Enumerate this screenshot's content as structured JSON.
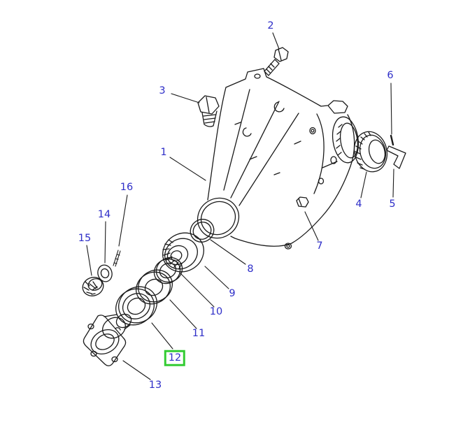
{
  "diagram": {
    "kind": "exploded-parts-diagram",
    "colors": {
      "background": "#ffffff",
      "line_art": "#1a1a1a",
      "callout_text": "#2e2ec8",
      "highlight_box": "#33cc33"
    },
    "callouts": [
      {
        "label": "1",
        "highlighted": false
      },
      {
        "label": "2",
        "highlighted": false
      },
      {
        "label": "3",
        "highlighted": false
      },
      {
        "label": "4",
        "highlighted": false
      },
      {
        "label": "5",
        "highlighted": false
      },
      {
        "label": "6",
        "highlighted": false
      },
      {
        "label": "7",
        "highlighted": false
      },
      {
        "label": "8",
        "highlighted": false
      },
      {
        "label": "9",
        "highlighted": false
      },
      {
        "label": "10",
        "highlighted": false
      },
      {
        "label": "11",
        "highlighted": false
      },
      {
        "label": "12",
        "highlighted": true
      },
      {
        "label": "13",
        "highlighted": false
      },
      {
        "label": "14",
        "highlighted": false
      },
      {
        "label": "15",
        "highlighted": false
      },
      {
        "label": "16",
        "highlighted": false
      }
    ]
  }
}
